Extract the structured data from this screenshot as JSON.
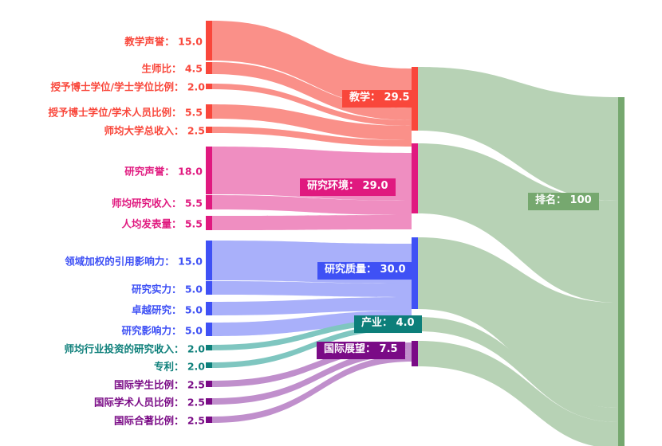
{
  "chart_data": {
    "type": "sankey",
    "title": "",
    "value_separator": "：",
    "nodes": [
      {
        "id": "teaching_reputation",
        "label": "教学声誉",
        "value": 15.0,
        "column": 0,
        "color": "#f9473b",
        "link_color": "#fa9089"
      },
      {
        "id": "student_staff_ratio",
        "label": "生师比",
        "value": 4.5,
        "column": 0,
        "color": "#f9473b",
        "link_color": "#fa9089"
      },
      {
        "id": "doctorate_bachelor_ratio",
        "label": "授予博士学位/学士学位比例",
        "value": 2.0,
        "column": 0,
        "color": "#f9473b",
        "link_color": "#fa9089"
      },
      {
        "id": "doctorate_staff_ratio",
        "label": "授予博士学位/学术人员比例",
        "value": 5.5,
        "column": 0,
        "color": "#f9473b",
        "link_color": "#fa9089"
      },
      {
        "id": "institutional_income",
        "label": "师均大学总收入",
        "value": 2.5,
        "column": 0,
        "color": "#f9473b",
        "link_color": "#fa9089"
      },
      {
        "id": "research_reputation",
        "label": "研究声誉",
        "value": 18.0,
        "column": 0,
        "color": "#e0197f",
        "link_color": "#ef8ec1"
      },
      {
        "id": "research_income",
        "label": "师均研究收入",
        "value": 5.5,
        "column": 0,
        "color": "#e0197f",
        "link_color": "#ef8ec1"
      },
      {
        "id": "publications_per_staff",
        "label": "人均发表量",
        "value": 5.5,
        "column": 0,
        "color": "#e0197f",
        "link_color": "#ef8ec1"
      },
      {
        "id": "field_weighted_citation",
        "label": "领域加权的引用影响力",
        "value": 15.0,
        "column": 0,
        "color": "#3f51f5",
        "link_color": "#a9b0fa"
      },
      {
        "id": "research_strength",
        "label": "研究实力",
        "value": 5.0,
        "column": 0,
        "color": "#3f51f5",
        "link_color": "#a9b0fa"
      },
      {
        "id": "research_excellence",
        "label": "卓越研究",
        "value": 5.0,
        "column": 0,
        "color": "#3f51f5",
        "link_color": "#a9b0fa"
      },
      {
        "id": "research_influence",
        "label": "研究影响力",
        "value": 5.0,
        "column": 0,
        "color": "#3f51f5",
        "link_color": "#a9b0fa"
      },
      {
        "id": "industry_research_income",
        "label": "师均行业投资的研究收入",
        "value": 2.0,
        "column": 0,
        "color": "#0d7f7a",
        "link_color": "#7fc6c0"
      },
      {
        "id": "patents",
        "label": "专利",
        "value": 2.0,
        "column": 0,
        "color": "#0d7f7a",
        "link_color": "#7fc6c0"
      },
      {
        "id": "intl_students_ratio",
        "label": "国际学生比例",
        "value": 2.5,
        "column": 0,
        "color": "#7a0b86",
        "link_color": "#c08fcc"
      },
      {
        "id": "intl_staff_ratio",
        "label": "国际学术人员比例",
        "value": 2.5,
        "column": 0,
        "color": "#7a0b86",
        "link_color": "#c08fcc"
      },
      {
        "id": "intl_coauthor_ratio",
        "label": "国际合著比例",
        "value": 2.5,
        "column": 0,
        "color": "#7a0b86",
        "link_color": "#c08fcc"
      },
      {
        "id": "teaching",
        "label": "教学",
        "value": 29.5,
        "column": 1,
        "color": "#f9473b",
        "link_color": "#b7d2b5"
      },
      {
        "id": "research_env",
        "label": "研究环境",
        "value": 29.0,
        "column": 1,
        "color": "#e0197f",
        "link_color": "#b7d2b5"
      },
      {
        "id": "research_quality",
        "label": "研究质量",
        "value": 30.0,
        "column": 1,
        "color": "#3f51f5",
        "link_color": "#b7d2b5"
      },
      {
        "id": "industry",
        "label": "产业",
        "value": 4.0,
        "column": 1,
        "color": "#0d7f7a",
        "link_color": "#b7d2b5"
      },
      {
        "id": "intl_outlook",
        "label": "国际展望",
        "value": 7.5,
        "column": 1,
        "color": "#7a0b86",
        "link_color": "#b7d2b5"
      },
      {
        "id": "ranking",
        "label": "排名",
        "value": 100,
        "column": 2,
        "color": "#76a86f",
        "link_color": "#b7d2b5"
      }
    ],
    "links": [
      {
        "source": "teaching_reputation",
        "target": "teaching",
        "value": 15.0
      },
      {
        "source": "student_staff_ratio",
        "target": "teaching",
        "value": 4.5
      },
      {
        "source": "doctorate_bachelor_ratio",
        "target": "teaching",
        "value": 2.0
      },
      {
        "source": "doctorate_staff_ratio",
        "target": "teaching",
        "value": 5.5
      },
      {
        "source": "institutional_income",
        "target": "teaching",
        "value": 2.5
      },
      {
        "source": "research_reputation",
        "target": "research_env",
        "value": 18.0
      },
      {
        "source": "research_income",
        "target": "research_env",
        "value": 5.5
      },
      {
        "source": "publications_per_staff",
        "target": "research_env",
        "value": 5.5
      },
      {
        "source": "field_weighted_citation",
        "target": "research_quality",
        "value": 15.0
      },
      {
        "source": "research_strength",
        "target": "research_quality",
        "value": 5.0
      },
      {
        "source": "research_excellence",
        "target": "research_quality",
        "value": 5.0
      },
      {
        "source": "research_influence",
        "target": "research_quality",
        "value": 5.0
      },
      {
        "source": "industry_research_income",
        "target": "industry",
        "value": 2.0
      },
      {
        "source": "patents",
        "target": "industry",
        "value": 2.0
      },
      {
        "source": "intl_students_ratio",
        "target": "intl_outlook",
        "value": 2.5
      },
      {
        "source": "intl_staff_ratio",
        "target": "intl_outlook",
        "value": 2.5
      },
      {
        "source": "intl_coauthor_ratio",
        "target": "intl_outlook",
        "value": 2.5
      },
      {
        "source": "teaching",
        "target": "ranking",
        "value": 29.5
      },
      {
        "source": "research_env",
        "target": "ranking",
        "value": 29.0
      },
      {
        "source": "research_quality",
        "target": "ranking",
        "value": 30.0
      },
      {
        "source": "industry",
        "target": "ranking",
        "value": 4.0
      },
      {
        "source": "intl_outlook",
        "target": "ranking",
        "value": 7.5
      }
    ],
    "total": 100
  },
  "labels": {
    "source": [
      {
        "name": "教学声誉",
        "value": "15.0",
        "text": "教学声誉： 15.0",
        "color": "#f9473b"
      },
      {
        "name": "生师比",
        "value": "4.5",
        "text": "生师比： 4.5",
        "color": "#f9473b"
      },
      {
        "name": "授予博士学位/学士学位比例",
        "value": "2.0",
        "text": "授予博士学位/学士学位比例： 2.0",
        "color": "#f9473b"
      },
      {
        "name": "授予博士学位/学术人员比例",
        "value": "5.5",
        "text": "授予博士学位/学术人员比例： 5.5",
        "color": "#f9473b"
      },
      {
        "name": "师均大学总收入",
        "value": "2.5",
        "text": "师均大学总收入： 2.5",
        "color": "#f9473b"
      },
      {
        "name": "研究声誉",
        "value": "18.0",
        "text": "研究声誉： 18.0",
        "color": "#e0197f"
      },
      {
        "name": "师均研究收入",
        "value": "5.5",
        "text": "师均研究收入： 5.5",
        "color": "#e0197f"
      },
      {
        "name": "人均发表量",
        "value": "5.5",
        "text": "人均发表量： 5.5",
        "color": "#e0197f"
      },
      {
        "name": "领域加权的引用影响力",
        "value": "15.0",
        "text": "领域加权的引用影响力： 15.0",
        "color": "#3f51f5"
      },
      {
        "name": "研究实力",
        "value": "5.0",
        "text": "研究实力： 5.0",
        "color": "#3f51f5"
      },
      {
        "name": "卓越研究",
        "value": "5.0",
        "text": "卓越研究： 5.0",
        "color": "#3f51f5"
      },
      {
        "name": "研究影响力",
        "value": "5.0",
        "text": "研究影响力： 5.0",
        "color": "#3f51f5"
      },
      {
        "name": "师均行业投资的研究收入",
        "value": "2.0",
        "text": "师均行业投资的研究收入： 2.0",
        "color": "#0d7f7a"
      },
      {
        "name": "专利",
        "value": "2.0",
        "text": "专利： 2.0",
        "color": "#0d7f7a"
      },
      {
        "name": "国际学生比例",
        "value": "2.5",
        "text": "国际学生比例： 2.5",
        "color": "#7a0b86"
      },
      {
        "name": "国际学术人员比例",
        "value": "2.5",
        "text": "国际学术人员比例： 2.5",
        "color": "#7a0b86"
      },
      {
        "name": "国际合著比例",
        "value": "2.5",
        "text": "国际合著比例： 2.5",
        "color": "#7a0b86"
      }
    ],
    "middle": [
      {
        "name": "教学",
        "value": "29.5",
        "text": "教学： 29.5",
        "bg": "#f9473b"
      },
      {
        "name": "研究环境",
        "value": "29.0",
        "text": "研究环境： 29.0",
        "bg": "#e0197f"
      },
      {
        "name": "研究质量",
        "value": "30.0",
        "text": "研究质量： 30.0",
        "bg": "#3f51f5"
      },
      {
        "name": "产业",
        "value": "4.0",
        "text": "产业： 4.0",
        "bg": "#0d7f7a"
      },
      {
        "name": "国际展望",
        "value": "7.5",
        "text": "国际展望： 7.5",
        "bg": "#7a0b86"
      }
    ],
    "right": [
      {
        "name": "排名",
        "value": "100",
        "text": "排名： 100",
        "bg": "#76a86f"
      }
    ]
  },
  "palette": {
    "background": "#ffffff",
    "teaching": "#f9473b",
    "research_env": "#e0197f",
    "research_quality": "#3f51f5",
    "industry": "#0d7f7a",
    "intl_outlook": "#7a0b86",
    "ranking": "#76a86f",
    "ranking_link": "#b7d2b5"
  }
}
